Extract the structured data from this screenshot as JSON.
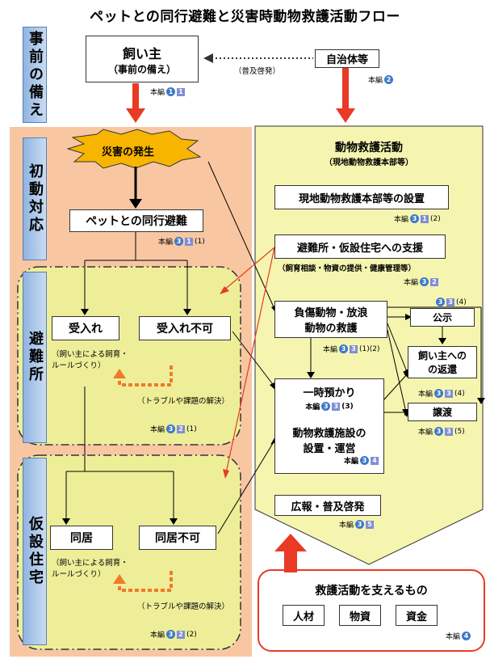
{
  "title": "ペットとの同行避難と災害時動物救護活動フロー",
  "stages": {
    "prep": "事前の備え",
    "initial": "初動対応",
    "shelter": "避難所",
    "temp": "仮設住宅"
  },
  "owner": {
    "line1": "飼い主",
    "line2": "（事前の備え）",
    "ref_prefix": "本編",
    "ref_c": "1",
    "ref_s": "1"
  },
  "gov": {
    "label": "自治体等",
    "ref_prefix": "本編",
    "ref_c": "2"
  },
  "spread_label": "（普及啓発）",
  "disaster": "災害の発生",
  "evac": {
    "label": "ペットとの同行避難",
    "ref_prefix": "本編",
    "ref_c": "3",
    "ref_s": "1",
    "ref_tail": "(1)"
  },
  "shelter": {
    "accept": "受入れ",
    "reject": "受入れ不可",
    "note": "（飼い主による飼育・ルールづくり）",
    "trouble": "（トラブルや課題の解決）",
    "ref_prefix": "本編",
    "ref_c": "3",
    "ref_s": "2",
    "ref_tail": "(1)"
  },
  "temp": {
    "cohabit": "同居",
    "no_cohabit": "同居不可",
    "note": "（飼い主による飼育・ルールづくり）",
    "trouble": "（トラブルや課題の解決）",
    "ref_prefix": "本編",
    "ref_c": "3",
    "ref_s": "2",
    "ref_tail": "(2)"
  },
  "rescue": {
    "title": "動物救護活動",
    "subtitle": "（現地動物救護本部等）",
    "hq": {
      "label": "現地動物救護本部等の設置",
      "ref_prefix": "本編",
      "ref_c": "3",
      "ref_s": "1",
      "ref_tail": "(2)"
    },
    "support": {
      "label": "避難所・仮設住宅への支援",
      "note": "（飼育相談・物資の提供・健康管理等）",
      "ref_prefix": "本編",
      "ref_c": "3",
      "ref_s": "2"
    },
    "injured": {
      "line1": "負傷動物・放浪",
      "line2": "動物の救護",
      "ref_prefix": "本編",
      "ref_c": "3",
      "ref_s": "3",
      "ref_tail": "(1)(2)"
    },
    "announce": {
      "label": "公示",
      "ref_top": "3",
      "ref_top_tail": "(4)"
    },
    "temp_custody": {
      "label": "一時預かり",
      "ref_prefix": "本編",
      "ref_c": "3",
      "ref_s": "3",
      "ref_tail": "(3)"
    },
    "facility": {
      "line1": "動物救護施設の",
      "line2": "設置・運営",
      "ref_prefix": "本編",
      "ref_c": "3",
      "ref_s": "4"
    },
    "return": {
      "line1": "飼い主への",
      "line2": "の返還",
      "ref_prefix": "本編",
      "ref_c": "3",
      "ref_s": "3",
      "ref_tail": "(4)"
    },
    "transfer": {
      "label": "譲渡",
      "ref_prefix": "本編",
      "ref_c": "3",
      "ref_s": "3",
      "ref_tail": "(5)"
    },
    "pr": {
      "label": "広報・普及啓発",
      "ref_prefix": "本編",
      "ref_c": "3",
      "ref_s": "5"
    }
  },
  "support_box": {
    "title": "救護活動を支えるもの",
    "items": [
      "人材",
      "物資",
      "資金"
    ],
    "ref_prefix": "本編",
    "ref_c": "4"
  },
  "colors": {
    "orange_bg": "#f8c7a2",
    "yellow_bg": "#eeee99",
    "rescue_bg": "#f5f5b0",
    "red": "#e83a24",
    "dash_orange": "#f07a2a"
  }
}
